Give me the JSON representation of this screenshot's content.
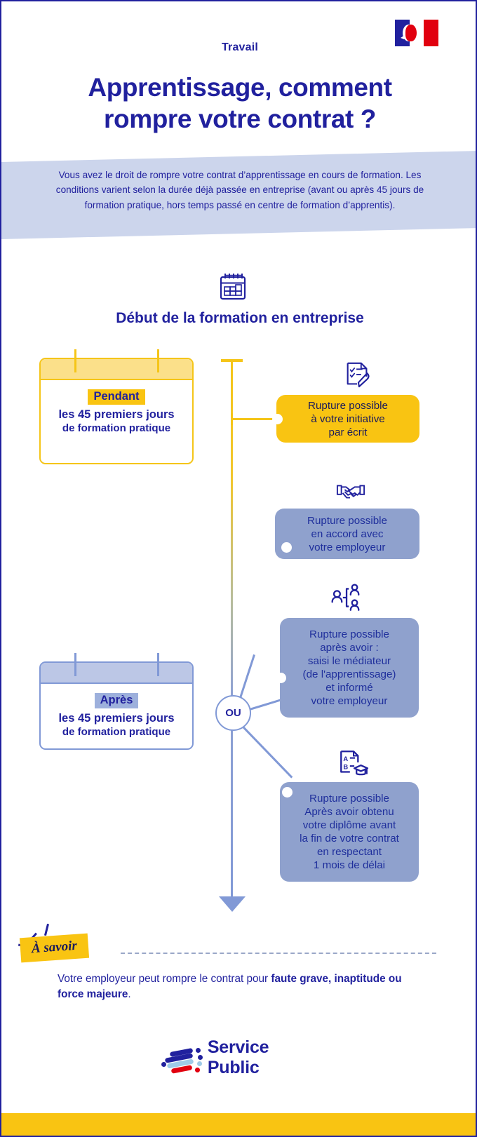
{
  "header": {
    "kicker": "Travail",
    "title_line1": "Apprentissage, comment",
    "title_line2": "rompre votre contrat ?",
    "flag_icon": "french-republic-flag-icon"
  },
  "intro": {
    "text": "Vous avez le droit de rompre votre contrat d’apprentissage en cours de formation. Les conditions varient selon la durée déjà passée en entreprise (avant ou après 45 jours de formation pratique, hors temps passé en centre de formation d’apprentis)."
  },
  "section": {
    "icon": "calendar-icon",
    "heading": "Début de la formation en entreprise"
  },
  "timeline": {
    "junction_label": "OU"
  },
  "cards": [
    {
      "id": "pendant",
      "chip": "Pendant",
      "line1": "les 45 premiers jours",
      "line2": "de formation pratique",
      "accent": "#f5c518"
    },
    {
      "id": "apres",
      "chip": "Après",
      "line1": "les 45 premiers jours",
      "line2": "de formation pratique",
      "accent": "#8199d6"
    }
  ],
  "outcomes": [
    {
      "id": "initiative-ecrit",
      "icon": "checklist-pen-icon",
      "text": "Rupture possible\nà votre initiative\npar écrit",
      "color": "#f9c412"
    },
    {
      "id": "accord-employeur",
      "icon": "handshake-icon",
      "text": "Rupture possible\nen accord avec\nvotre employeur",
      "color": "#8fa1cd"
    },
    {
      "id": "mediateur",
      "icon": "mediator-people-icon",
      "text": "Rupture possible\naprès avoir :\nsaisi le médiateur\n(de l'apprentissage)\net informé\nvotre employeur",
      "color": "#8fa1cd"
    },
    {
      "id": "diplome",
      "icon": "diploma-graduation-icon",
      "text": "Rupture possible\nAprès avoir obtenu\nvotre diplôme avant\nla fin de votre contrat\nen respectant\n1 mois de délai",
      "color": "#8fa1cd"
    }
  ],
  "a_savoir": {
    "badge": "À savoir",
    "note_prefix": "Votre employeur peut rompre le contrat pour ",
    "note_bold": "faute grave, inaptitude ou force majeure",
    "note_suffix": "."
  },
  "footer": {
    "logo_text": "Service Public",
    "logo_mark": "service-public-logo-icon"
  },
  "colors": {
    "navy": "#21219e",
    "yellow": "#f9c412",
    "light_yellow": "#fbe08a",
    "blue": "#8fa1cd",
    "light_blue": "#ccd5ec",
    "red": "#e1000f"
  }
}
